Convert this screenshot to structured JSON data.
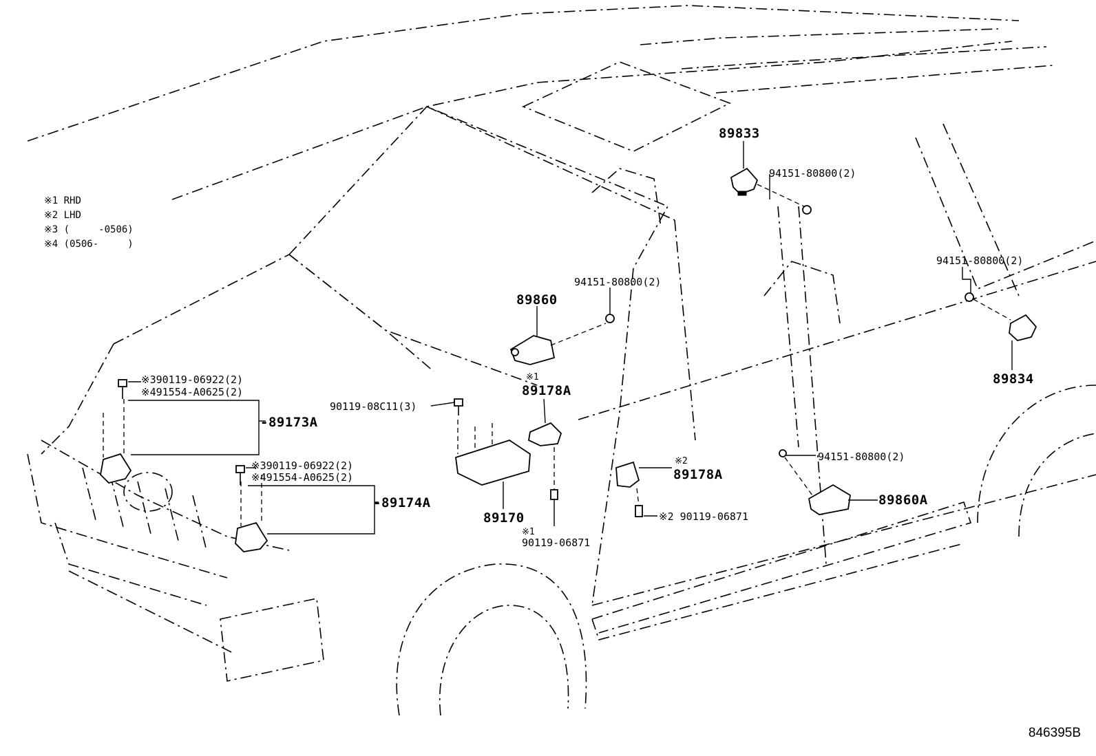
{
  "legend": [
    "※1 RHD",
    "※2 LHD",
    "※3 (     -0506)",
    "※4 (0506-     )"
  ],
  "labels": {
    "p89833": "89833",
    "p94151_top": "94151-80800(2)",
    "p94151_right": "94151-80800(2)",
    "p94151_mid": "94151-80800(2)",
    "p94151_floor": "94151-80800(2)",
    "p89860": "89860",
    "p89834": "89834",
    "mark1_a": "※1",
    "p89178A_a": "89178A",
    "p90119_08C11": "90119-08C11(3)",
    "p89173A": "-89173A",
    "p89174A": "-89174A",
    "p89170": "89170",
    "mark2_a": "※2",
    "p89178A_b": "89178A",
    "p89860A": "89860A",
    "p90119_06871_b": "※2 90119-06871",
    "mark1_b": "※1",
    "p90119_06871_a": "90119-06871",
    "front_upper_1": "※390119-06922(2)",
    "front_upper_2": "※491554-A0625(2)",
    "front_lower_1": "※390119-06922(2)",
    "front_lower_2": "※491554-A0625(2)"
  },
  "catalog_number": "846395B"
}
